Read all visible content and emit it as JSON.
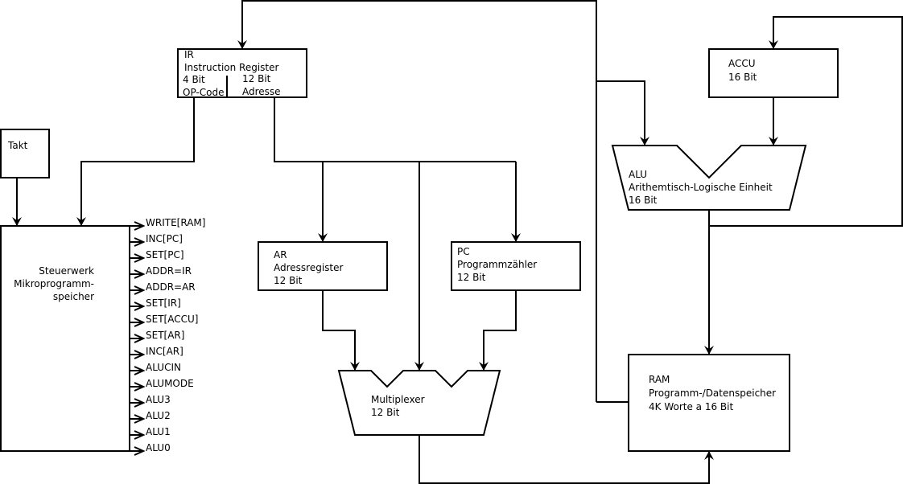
{
  "diagram": {
    "colors": {
      "line": "#000000",
      "background": "#ffffff",
      "fill": "#ffffff"
    },
    "takt": {
      "label": "Takt"
    },
    "steuerwerk": {
      "lines": [
        "Steuerwerk",
        "Mikroprogramm-",
        "speicher"
      ],
      "signals": [
        "WRITE[RAM]",
        "INC[PC]",
        "SET[PC]",
        "ADDR=IR",
        "ADDR=AR",
        "SET[IR]",
        "SET[ACCU]",
        "SET[AR]",
        "INC[AR]",
        "ALUCIN",
        "ALUMODE",
        "ALU3",
        "ALU2",
        "ALU1",
        "ALU0"
      ]
    },
    "ir": {
      "name": "IR",
      "full": "Instruction Register",
      "left_bits": "4 Bit",
      "left_field": "OP-Code",
      "right_bits": "12 Bit",
      "right_field": "Adresse"
    },
    "ar": {
      "lines": [
        "AR",
        "Adressregister",
        "12 Bit"
      ]
    },
    "pc": {
      "lines": [
        "PC",
        "Programmzähler",
        "12 Bit"
      ]
    },
    "mux": {
      "lines": [
        "Multiplexer",
        "12 Bit"
      ]
    },
    "accu": {
      "lines": [
        "ACCU",
        "16 Bit"
      ]
    },
    "alu": {
      "lines": [
        "ALU",
        "Arithemtisch-Logische Einheit",
        "16 Bit"
      ]
    },
    "ram": {
      "lines": [
        "RAM",
        "Programm-/Datenspeicher",
        "4K Worte a 16 Bit"
      ]
    }
  }
}
